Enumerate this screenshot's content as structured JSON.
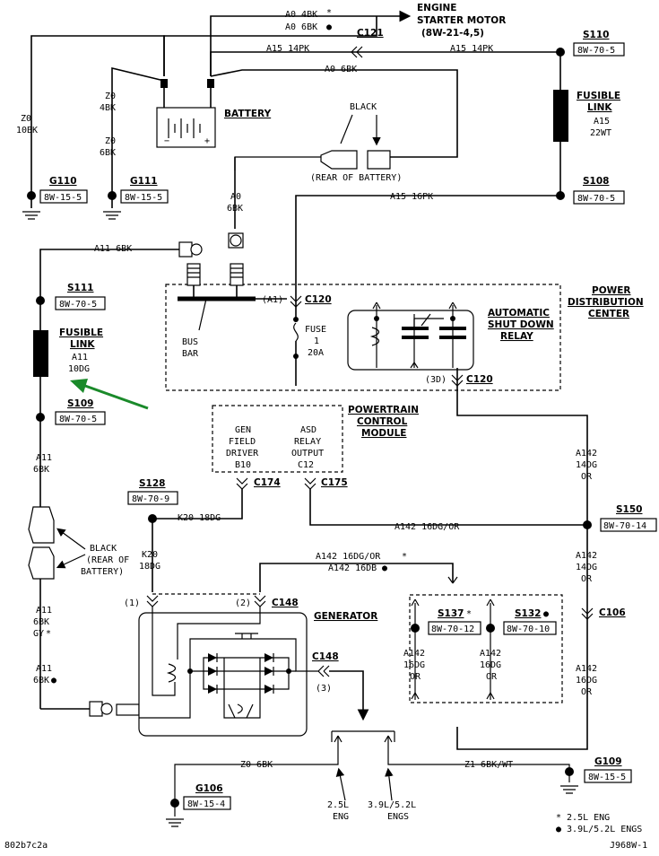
{
  "components": {
    "starter": [
      "ENGINE",
      "STARTER MOTOR",
      "(8W-21-4,5)"
    ],
    "battery": "BATTERY",
    "battery_conn_black": "BLACK",
    "battery_conn_rear": "(REAR OF BATTERY)",
    "fusible_link_top": [
      "FUSIBLE",
      "LINK",
      "A15",
      "22WT"
    ],
    "fusible_link_left": [
      "FUSIBLE",
      "LINK",
      "A11",
      "10DG"
    ],
    "pdc": [
      "POWER",
      "DISTRIBUTION",
      "CENTER"
    ],
    "asd_relay": [
      "AUTOMATIC",
      "SHUT DOWN",
      "RELAY"
    ],
    "bus_bar": [
      "BUS",
      "BAR"
    ],
    "fuse": [
      "FUSE",
      "1",
      "20A"
    ],
    "pcm": [
      "POWERTRAIN",
      "CONTROL",
      "MODULE"
    ],
    "pcm_gen_pin": [
      "GEN",
      "FIELD",
      "DRIVER",
      "B10"
    ],
    "pcm_asd_pin": [
      "ASD",
      "RELAY",
      "OUTPUT",
      "C12"
    ],
    "generator": "GENERATOR",
    "black_rear_left": [
      "BLACK",
      "(REAR OF",
      "BATTERY)"
    ]
  },
  "splices": {
    "s110": [
      "S110",
      "8W-70-5"
    ],
    "s108": [
      "S108",
      "8W-70-5"
    ],
    "s111": [
      "S111",
      "8W-70-5"
    ],
    "s109": [
      "S109",
      "8W-70-5"
    ],
    "s128": [
      "S128",
      "8W-70-9"
    ],
    "s150": [
      "S150",
      "8W-70-14"
    ],
    "s137": [
      "S137",
      "8W-70-12"
    ],
    "s132": [
      "S132",
      "8W-70-10"
    ],
    "g110": [
      "G110",
      "8W-15-5"
    ],
    "g111": [
      "G111",
      "8W-15-5"
    ],
    "g106": [
      "G106",
      "8W-15-4"
    ],
    "g109": [
      "G109",
      "8W-15-5"
    ]
  },
  "marks": {
    "star": "*",
    "dot": "●"
  },
  "connectors": {
    "c121": "C121",
    "c120a": "C120",
    "c120a_pin": "(A1)",
    "c120b": "C120",
    "c120b_pin": "(3D)",
    "c174": "C174",
    "c175": "C175",
    "c148a": "C148",
    "c148a_pins": [
      "(1)",
      "(2)"
    ],
    "c148b": "C148",
    "c148b_pin": "(3)",
    "c106": "C106"
  },
  "wires": {
    "a0_4bk": "A0 4BK",
    "a0_6bk_top": "A0 6BK",
    "a15_14pk_left": "A15 14PK",
    "a15_14pk_right": "A15 14PK",
    "a0_6bk_mid": "A0 6BK",
    "z0_10bk": [
      "Z0",
      "10BK"
    ],
    "z0_4bk": [
      "Z0",
      "4BK"
    ],
    "z0_6bk": [
      "Z0",
      "6BK"
    ],
    "a0_6bk_vert": [
      "A0",
      "6BK"
    ],
    "a15_16pk": "A15 16PK",
    "a11_6bk_top": "A11 6BK",
    "a11_6bk": [
      "A11",
      "6BK"
    ],
    "a11_6bk_gy": [
      "A11",
      "6BK",
      "GY"
    ],
    "a11_6bk_bot": [
      "A11",
      "6BK"
    ],
    "k20_18dg_h": "K20 18DG",
    "k20_18dg_v": [
      "K20",
      "18DG"
    ],
    "a142_16dg_or_h": "A142 16DG/OR",
    "a142_14dg_or_a": [
      "A142",
      "14DG",
      "OR"
    ],
    "a142_14dg_or_b": [
      "A142",
      "14DG",
      "OR"
    ],
    "a142_16dg_or_sup": "A142 16DG/OR",
    "a142_16db_sup": "A142 16DB",
    "a142_16dg_or_s137": [
      "A142",
      "16DG",
      "OR"
    ],
    "a142_16dg_or_s132": [
      "A142",
      "16DG",
      "OR"
    ],
    "a142_16dg_or_right": [
      "A142",
      "16DG",
      "OR"
    ],
    "z0_6bk_bottom": "Z0 6BK",
    "z1_6bk_wt": "Z1 6BK/WT"
  },
  "engines": {
    "e25": [
      "2.5L",
      "ENG"
    ],
    "e39": [
      "3.9L/5.2L",
      "ENGS"
    ]
  },
  "legend": {
    "star": "* 2.5L ENG",
    "dot": "● 3.9L/5.2L ENGS"
  },
  "footer": {
    "left": "802b7c2a",
    "right": "J968W-1"
  },
  "colors": {
    "arrow": "#1a8a2a"
  }
}
